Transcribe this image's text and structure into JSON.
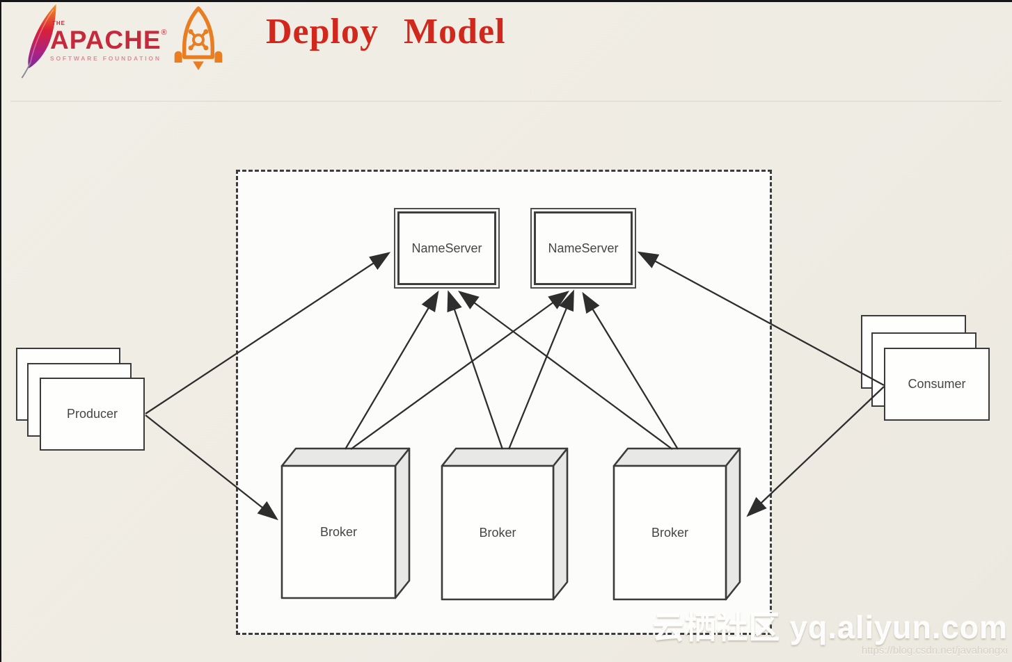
{
  "header": {
    "apache_the": "THE",
    "apache_name": "APACHE",
    "apache_reg": "®",
    "apache_sub": "SOFTWARE FOUNDATION",
    "title": "Deploy Model"
  },
  "diagram": {
    "nameserver1": "NameServer",
    "nameserver2": "NameServer",
    "broker1": "Broker",
    "broker2": "Broker",
    "broker3": "Broker",
    "producer": "Producer",
    "consumer": "Consumer"
  },
  "watermark": {
    "brand": "云栖社区 yq.aliyun.com",
    "url": "https://blog.csdn.net/javahongxi"
  },
  "icons": {
    "feather": "apache-feather-icon",
    "rocket": "rocketmq-rocket-icon"
  },
  "colors": {
    "title_red": "#d1281d",
    "apache_red": "#c5293c",
    "apache_sub_pink": "#dc8f97",
    "rocket_orange": "#e87d22",
    "line_dark": "#2e2e2e",
    "background_beige": "#f0ede5",
    "box_border": "#3c3c3c",
    "broker_face": "#e8e8e6"
  }
}
